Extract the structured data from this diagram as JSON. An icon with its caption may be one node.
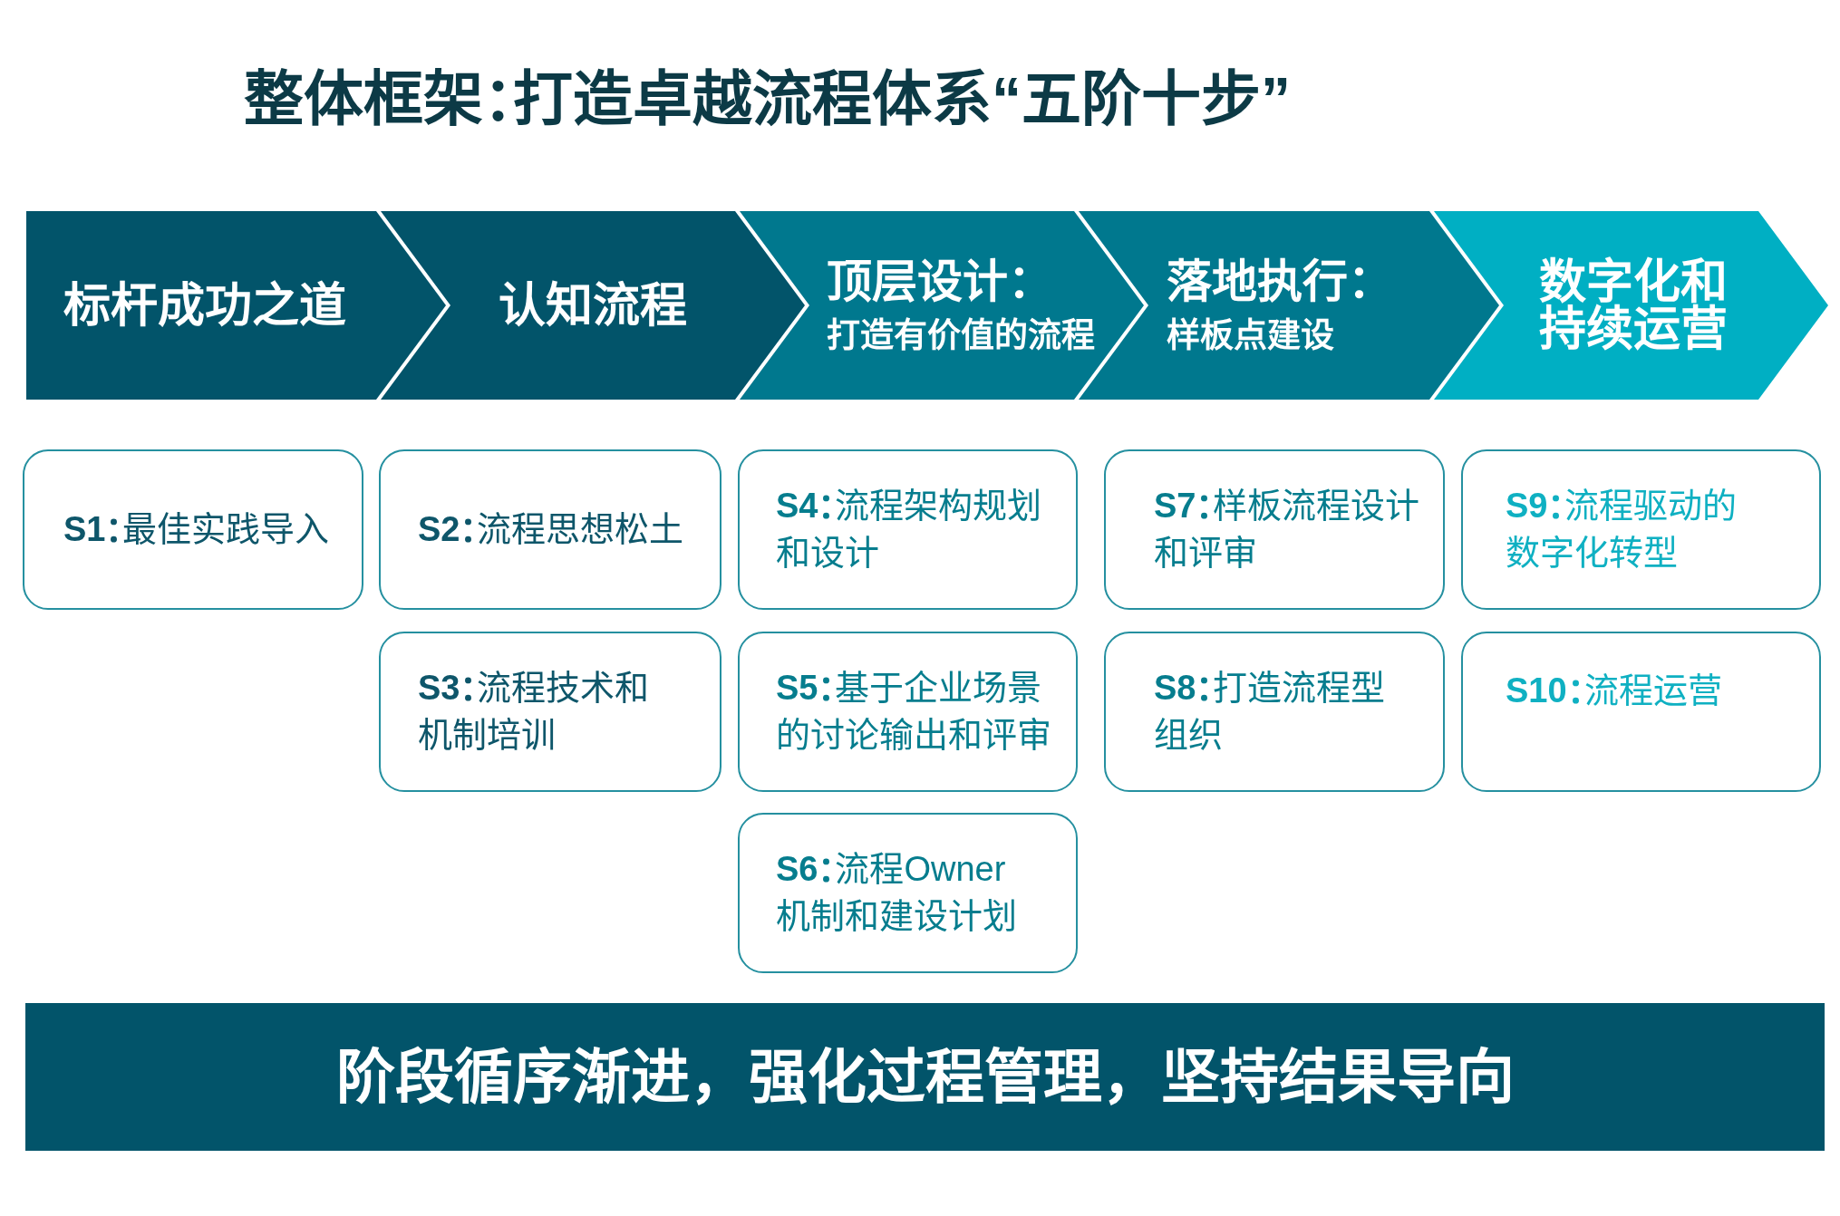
{
  "diagram": {
    "title": "整体框架：打造卓越流程体系“五阶十步”",
    "nodes": [
      {
        "text": [
          "标杆成功之道"
        ]
      },
      {
        "text": [
          "认知流程"
        ]
      },
      {
        "text": [
          "顶层设计：",
          "打造有价值的流程"
        ]
      },
      {
        "text": [
          "落地执行：",
          "样板点建设"
        ]
      },
      {
        "text": [
          "数字化和持续运营"
        ]
      },
      {
        "text": [
          "**S1：**最佳实践导入"
        ]
      },
      {
        "text": [
          "**S2：**流程思想松土"
        ]
      },
      {
        "text": [
          "**S3：**流程技术和机制培训"
        ]
      },
      {
        "text": [
          "**S4：**流程架构规划和设计"
        ]
      },
      {
        "text": [
          "**S5：**基于企业场景的讨论输出和评审"
        ]
      },
      {
        "text": [
          "**S6：**流程Owner机制和建设计划"
        ]
      },
      {
        "text": [
          "**S7：**样板流程设计和评审"
        ]
      },
      {
        "text": [
          "**S8：**打造流程型组织"
        ]
      },
      {
        "text": [
          "**S9：**流程驱动的数字化转型"
        ]
      },
      {
        "text": [
          "**S10：**流程运营"
        ]
      },
      {
        "text": [
          "阶段循序渐进，强化过程管理，坚持结果导向"
        ]
      }
    ]
  }
}
